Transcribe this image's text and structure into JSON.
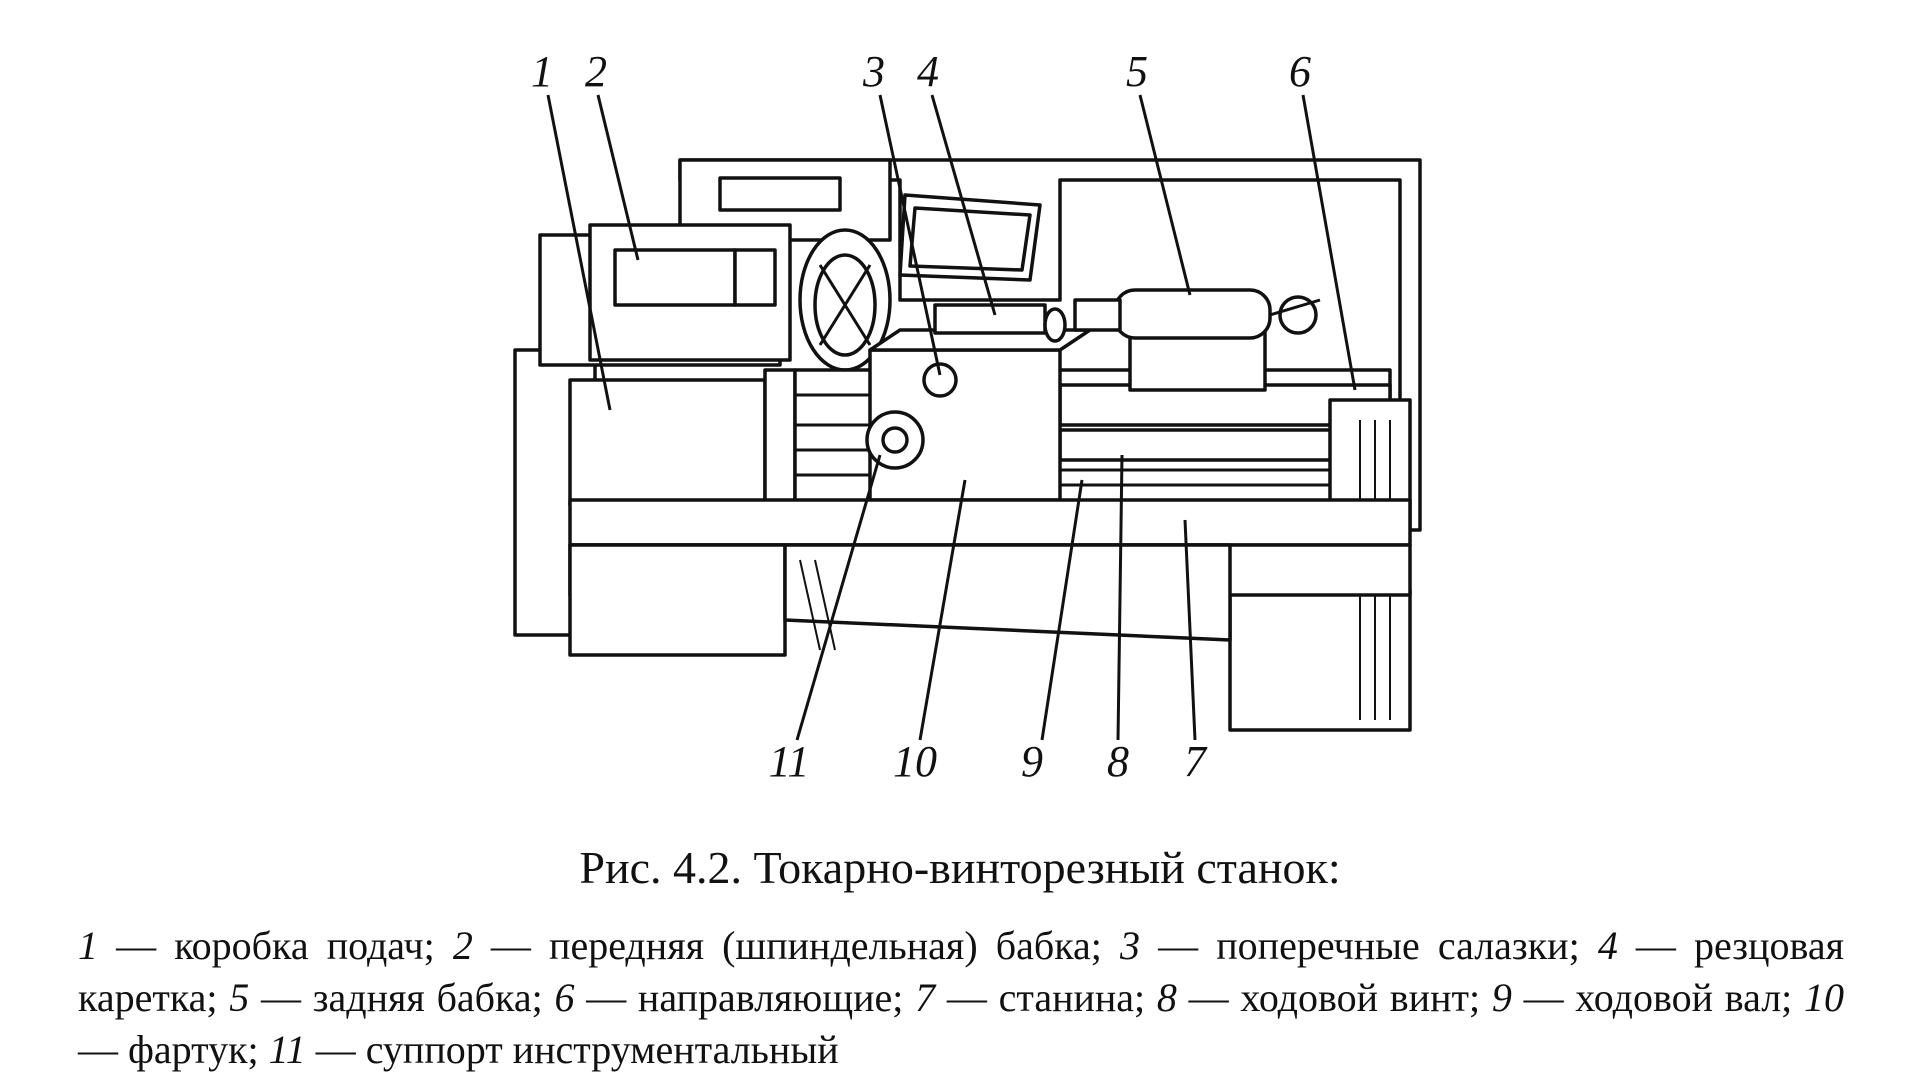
{
  "callouts": [
    "1",
    "2",
    "3",
    "4",
    "5",
    "6",
    "7",
    "8",
    "9",
    "10",
    "11"
  ],
  "caption": {
    "title": "Рис. 4.2. Токарно-винторезный станок:",
    "legend": [
      {
        "num": "1",
        "text": " — коробка подач; "
      },
      {
        "num": "2",
        "text": " — передняя (шпиндельная) бабка; "
      },
      {
        "num": "3",
        "text": " — поперечные салазки; "
      },
      {
        "num": "4",
        "text": " — резцовая каретка; "
      },
      {
        "num": "5",
        "text": " — задняя бабка; "
      },
      {
        "num": "6",
        "text": " — направляющие; "
      },
      {
        "num": "7",
        "text": " — станина; "
      },
      {
        "num": "8",
        "text": " — ходовой винт; "
      },
      {
        "num": "9",
        "text": " — ходовой вал; "
      },
      {
        "num": "10",
        "text": " — фартук; "
      },
      {
        "num": "11",
        "text": " — суппорт инструментальный"
      }
    ]
  }
}
